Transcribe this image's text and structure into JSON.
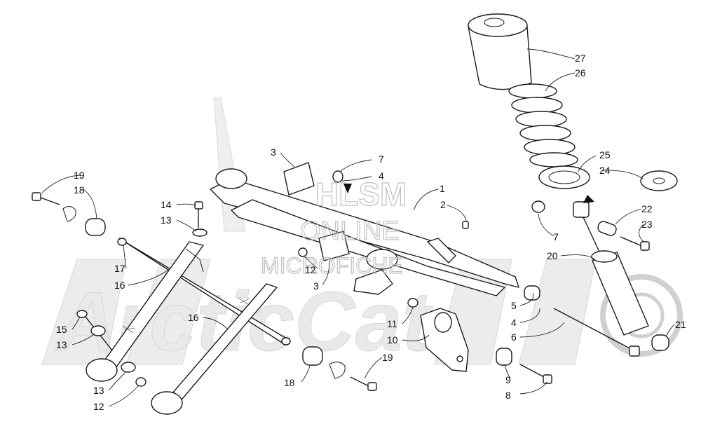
{
  "watermark": {
    "brand": "ArcticCat",
    "line1": "HLSM",
    "line2": "ONLINE",
    "line3": "MICROFICHE"
  },
  "callouts": [
    {
      "id": "c1a",
      "text": "1"
    },
    {
      "id": "c2a",
      "text": "2"
    },
    {
      "id": "c3a",
      "text": "3"
    },
    {
      "id": "c3b",
      "text": "3"
    },
    {
      "id": "c4a",
      "text": "4"
    },
    {
      "id": "c4b",
      "text": "4"
    },
    {
      "id": "c5",
      "text": "5"
    },
    {
      "id": "c6",
      "text": "6"
    },
    {
      "id": "c7a",
      "text": "7"
    },
    {
      "id": "c7b",
      "text": "7"
    },
    {
      "id": "c8",
      "text": "8"
    },
    {
      "id": "c9",
      "text": "9"
    },
    {
      "id": "c10",
      "text": "10"
    },
    {
      "id": "c11",
      "text": "11"
    },
    {
      "id": "c12a",
      "text": "12"
    },
    {
      "id": "c12b",
      "text": "12"
    },
    {
      "id": "c13a",
      "text": "13"
    },
    {
      "id": "c13b",
      "text": "13"
    },
    {
      "id": "c13c",
      "text": "13"
    },
    {
      "id": "c14",
      "text": "14"
    },
    {
      "id": "c15",
      "text": "15"
    },
    {
      "id": "c16a",
      "text": "16"
    },
    {
      "id": "c16b",
      "text": "16"
    },
    {
      "id": "c17",
      "text": "17"
    },
    {
      "id": "c18a",
      "text": "18"
    },
    {
      "id": "c18b",
      "text": "18"
    },
    {
      "id": "c19a",
      "text": "19"
    },
    {
      "id": "c19b",
      "text": "19"
    },
    {
      "id": "c20",
      "text": "20"
    },
    {
      "id": "c21",
      "text": "21"
    },
    {
      "id": "c22",
      "text": "22"
    },
    {
      "id": "c23",
      "text": "23"
    },
    {
      "id": "c24",
      "text": "24"
    },
    {
      "id": "c25",
      "text": "25"
    },
    {
      "id": "c26",
      "text": "26"
    },
    {
      "id": "c27",
      "text": "27"
    }
  ]
}
